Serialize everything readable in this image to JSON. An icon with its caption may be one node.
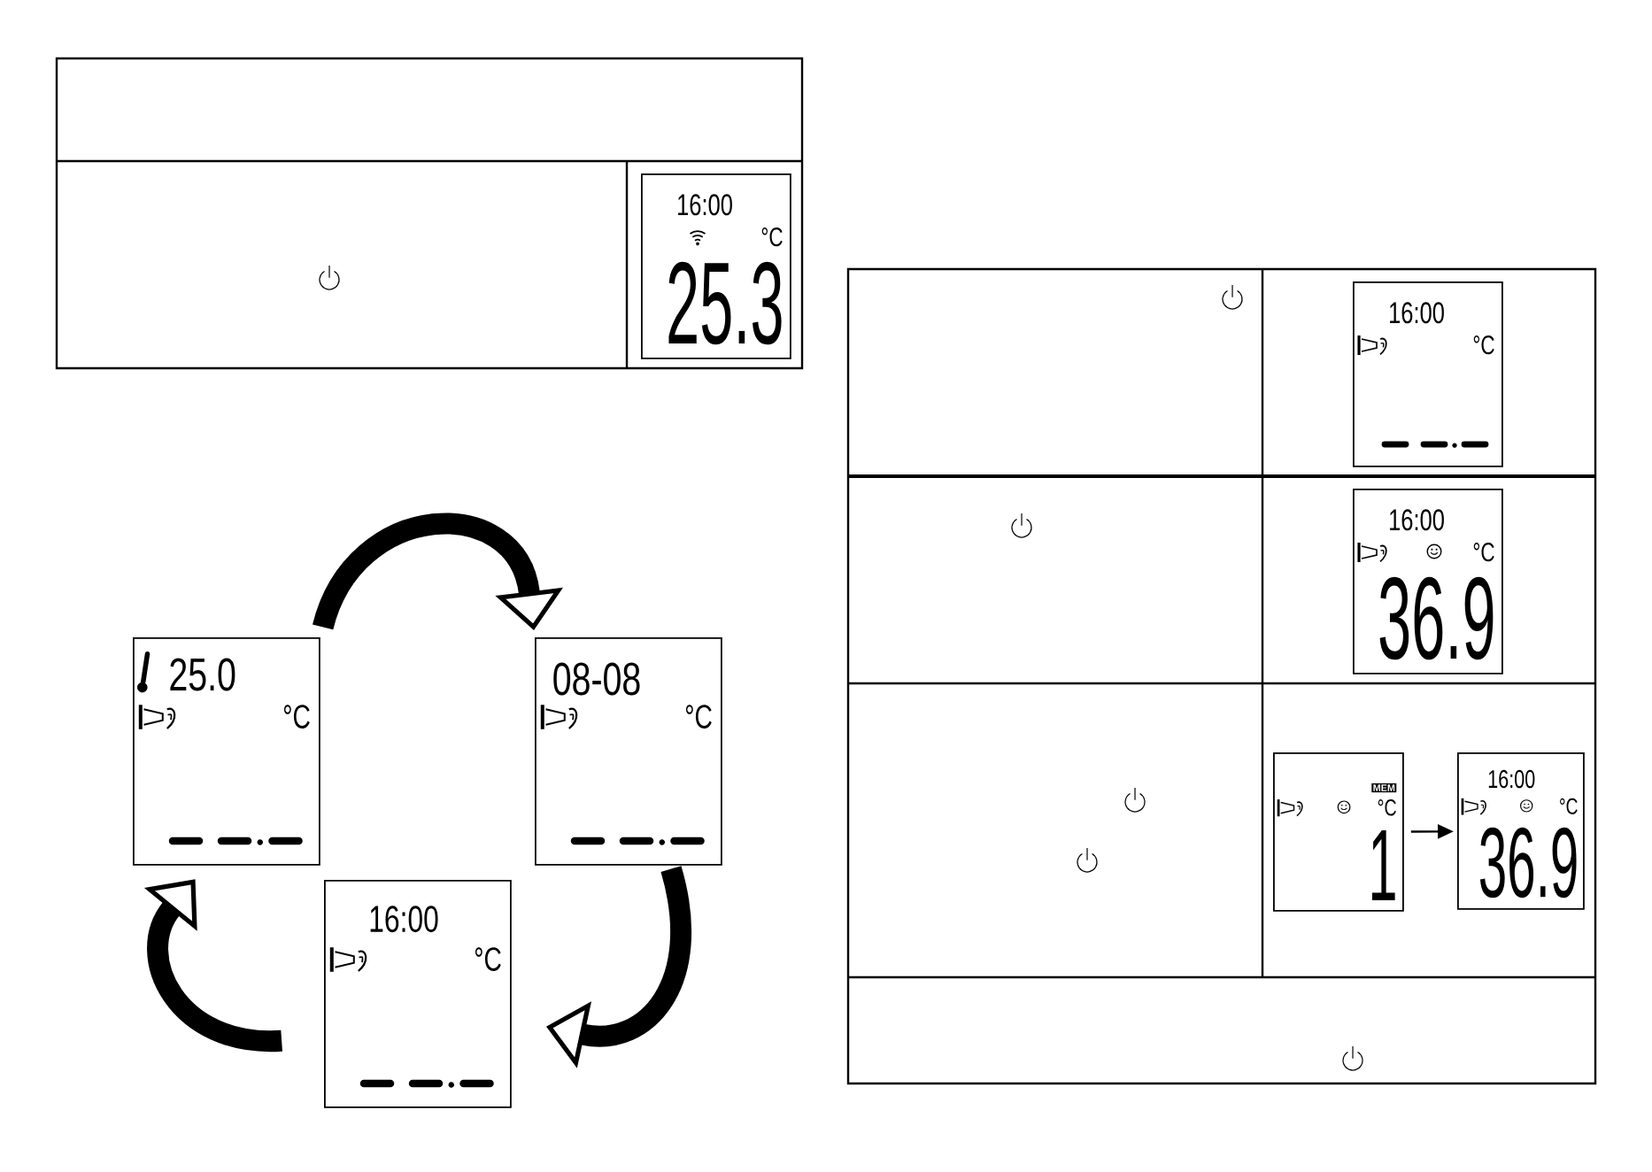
{
  "diagram": {
    "nodes": [
      {
        "text": [
          "16:00",
          "°C",
          "25.3"
        ]
      },
      {
        "text": [
          "25.0",
          "°C"
        ]
      },
      {
        "text": [
          "08-08",
          "°C"
        ]
      },
      {
        "text": [
          "16:00",
          "°C"
        ]
      },
      {
        "text": [
          "16:00",
          "°C"
        ]
      },
      {
        "text": [
          "16:00",
          "°C",
          "36.9"
        ]
      },
      {
        "text": [
          "°C",
          "1"
        ]
      },
      {
        "text": [
          "MEM"
        ],
        "in": 6
      },
      {
        "text": [
          "16:00",
          "°C",
          "36.9"
        ]
      }
    ],
    "edges": [
      {
        "from": 1,
        "to": 2,
        "arrow": "to"
      },
      {
        "from": 2,
        "to": 3,
        "arrow": "to"
      },
      {
        "from": 3,
        "to": 1,
        "arrow": "to"
      },
      {
        "from": 6,
        "to": 8,
        "arrow": "to"
      }
    ]
  }
}
